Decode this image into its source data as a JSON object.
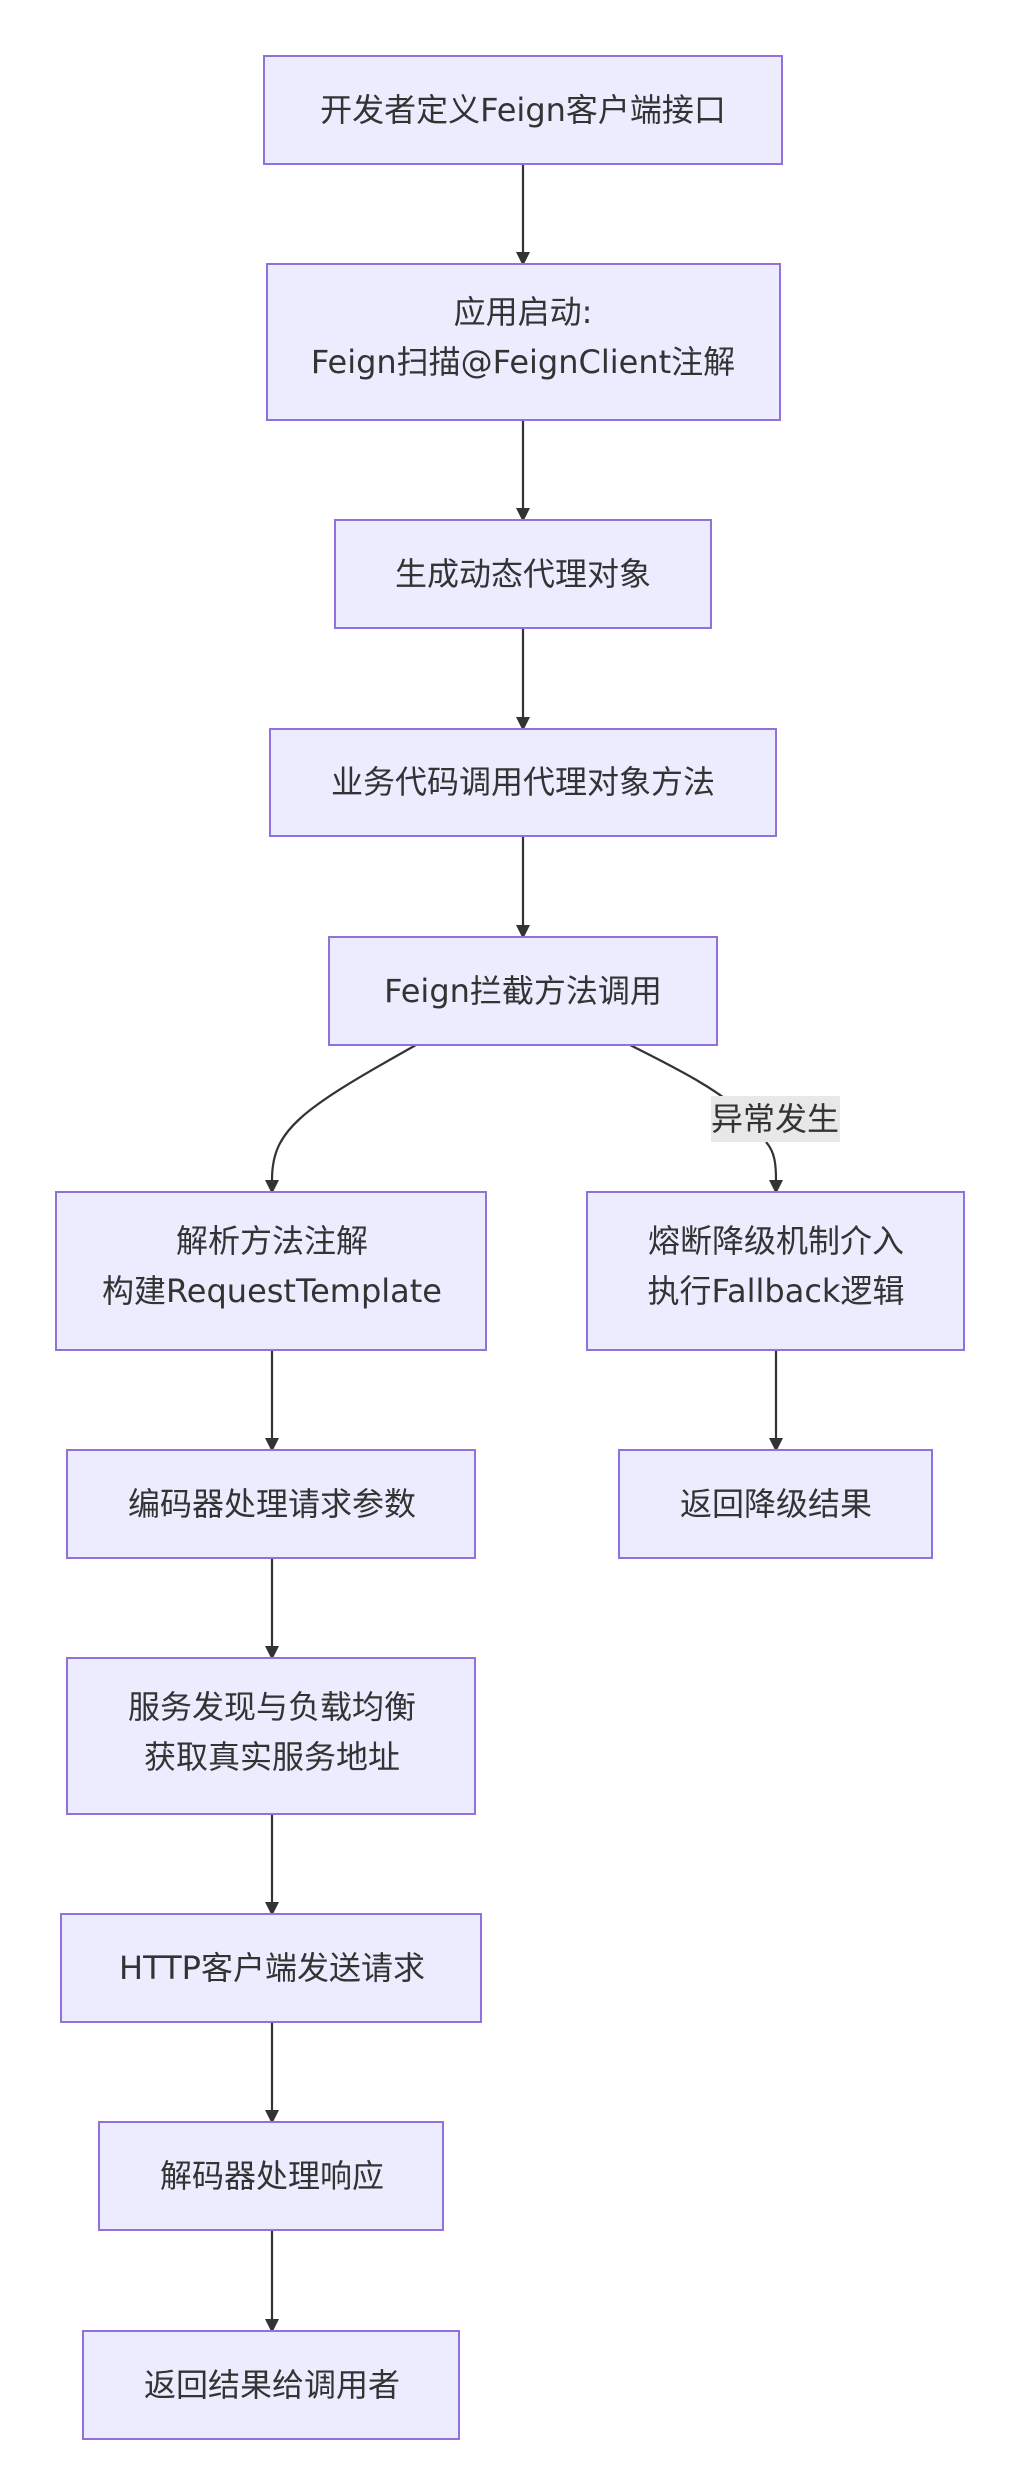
{
  "nodes": {
    "define": {
      "lines": [
        "开发者定义Feign客户端接口"
      ]
    },
    "startup": {
      "lines": [
        "应用启动:",
        "Feign扫描@FeignClient注解"
      ]
    },
    "proxy": {
      "lines": [
        "生成动态代理对象"
      ]
    },
    "invoke": {
      "lines": [
        "业务代码调用代理对象方法"
      ]
    },
    "intercept": {
      "lines": [
        "Feign拦截方法调用"
      ]
    },
    "parse": {
      "lines": [
        "解析方法注解",
        "构建RequestTemplate"
      ]
    },
    "encode": {
      "lines": [
        "编码器处理请求参数"
      ]
    },
    "discovery": {
      "lines": [
        "服务发现与负载均衡",
        "获取真实服务地址"
      ]
    },
    "http": {
      "lines": [
        "HTTP客户端发送请求"
      ]
    },
    "decode": {
      "lines": [
        "解码器处理响应"
      ]
    },
    "return": {
      "lines": [
        "返回结果给调用者"
      ]
    },
    "fallback": {
      "lines": [
        "熔断降级机制介入",
        "执行Fallback逻辑"
      ]
    },
    "degrade": {
      "lines": [
        "返回降级结果"
      ]
    }
  },
  "edges": {
    "exception_label": "异常发生"
  },
  "colors": {
    "node_fill": "#ECECFF",
    "node_stroke": "#9370DB",
    "edge": "#333333",
    "label_bg": "#e8e8e8",
    "text": "#333333"
  }
}
